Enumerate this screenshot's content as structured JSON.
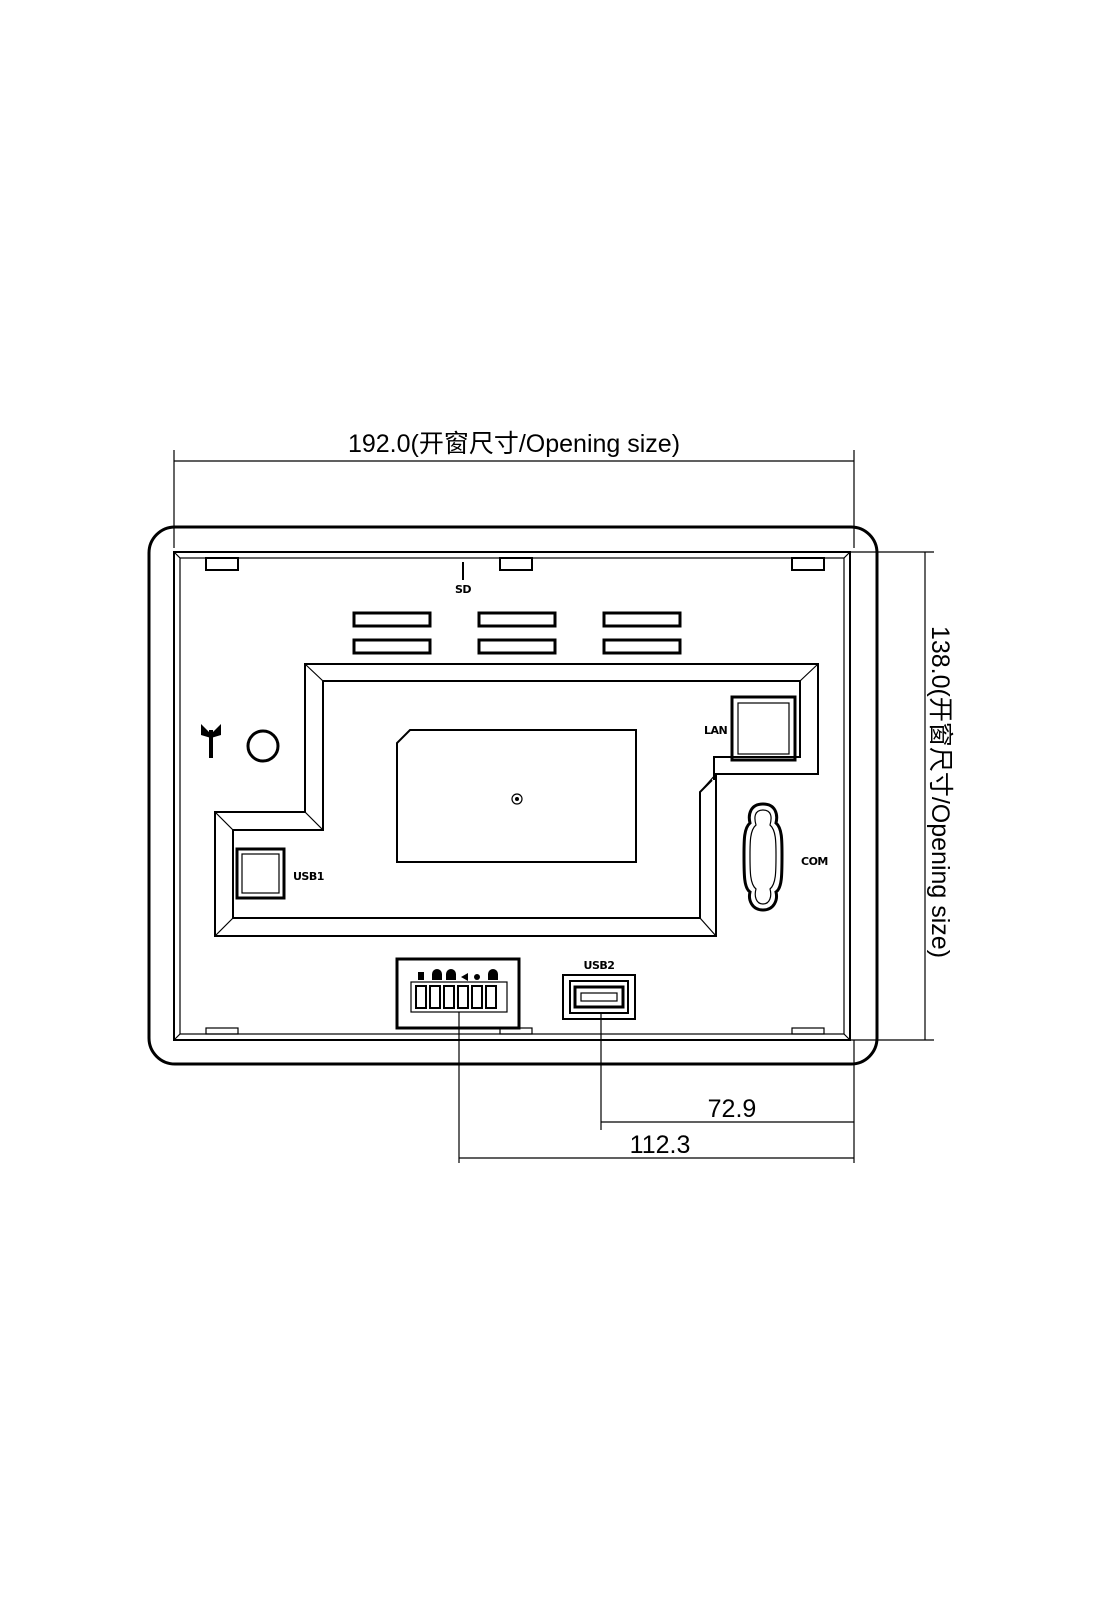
{
  "dimensions": {
    "width_opening": "192.0(开窗尺寸/Opening size)",
    "height_opening": "138.0(开窗尺寸/Opening size)",
    "usb2_offset": "72.9",
    "terminal_offset": "112.3"
  },
  "ports": {
    "sd": "SD",
    "lan": "LAN",
    "usb1": "USB1",
    "com": "COM",
    "usb2": "USB2"
  },
  "icons": {
    "antenna": "antenna-icon"
  }
}
